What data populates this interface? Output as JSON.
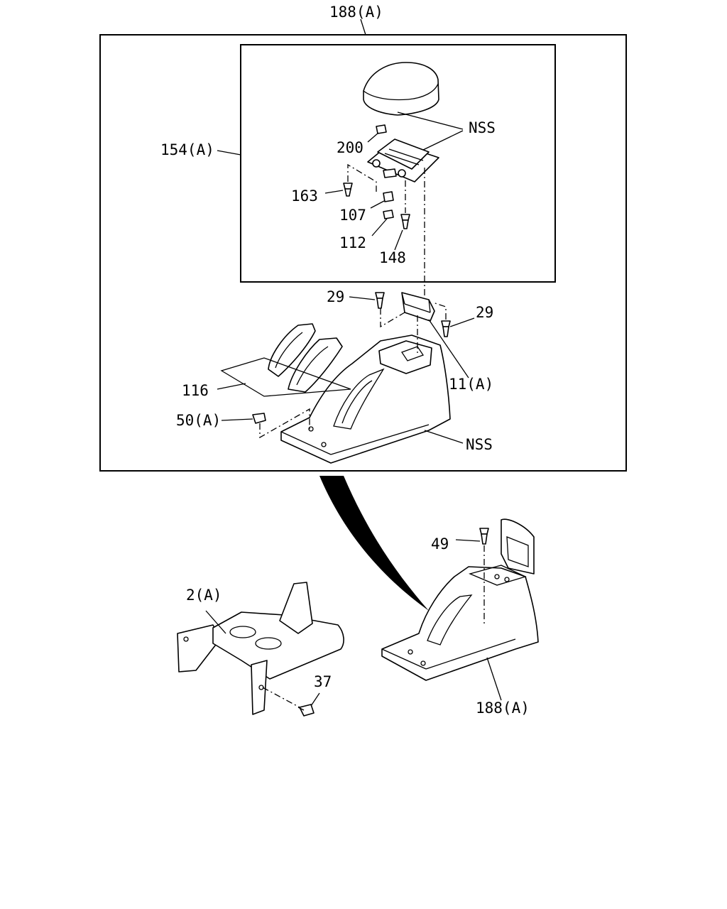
{
  "labels": {
    "top_188a": "188(A)",
    "nss_upper": "NSS",
    "label_154a": "154(A)",
    "label_200": "200",
    "label_163": "163",
    "label_107": "107",
    "label_112": "112",
    "label_148": "148",
    "label_29_left": "29",
    "label_29_right": "29",
    "label_11a": "11(A)",
    "label_116": "116",
    "label_50a": "50(A)",
    "nss_lower": "NSS",
    "label_49": "49",
    "label_2a": "2(A)",
    "label_37": "37",
    "bottom_188a": "188(A)"
  }
}
